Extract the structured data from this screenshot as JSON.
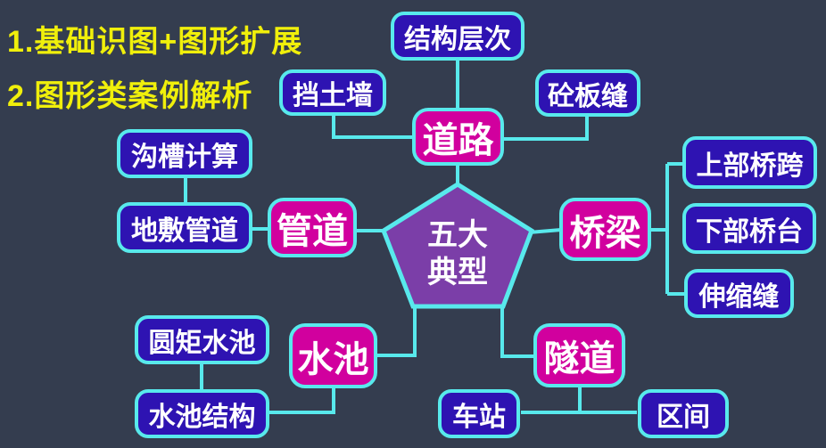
{
  "headings": {
    "line1": "1.基础识图+图形扩展",
    "line2": "2.图形类案例解析"
  },
  "diagram": {
    "center": {
      "shape": "pentagon",
      "line1": "五大",
      "line2": "典型"
    },
    "branches": {
      "road": {
        "label": "道路",
        "children": {
          "structure_layers": "结构层次",
          "retaining_wall": "挡土墙",
          "concrete_slab_joint": "砼板缝"
        }
      },
      "pipeline": {
        "label": "管道",
        "children": {
          "buried_pipeline": "地敷管道",
          "trench_calculation": "沟槽计算"
        }
      },
      "bridge": {
        "label": "桥梁",
        "children": {
          "upper_bridge_span": "上部桥跨",
          "lower_abutment": "下部桥台",
          "expansion_joint": "伸缩缝"
        }
      },
      "pool": {
        "label": "水池",
        "children": {
          "round_rect_pool": "圆矩水池",
          "pool_structure": "水池结构"
        }
      },
      "tunnel": {
        "label": "隧道",
        "children": {
          "station": "车站",
          "interval": "区间"
        }
      }
    }
  },
  "colors": {
    "background": "#343d4f",
    "connector_cyan": "#58e9ec",
    "main_node_magenta": "#d1009e",
    "child_node_blue": "#2e13b2",
    "pentagon_purple": "#7b3ea8",
    "heading_yellow": "#f0ef0b",
    "text_white": "#ffffff"
  }
}
